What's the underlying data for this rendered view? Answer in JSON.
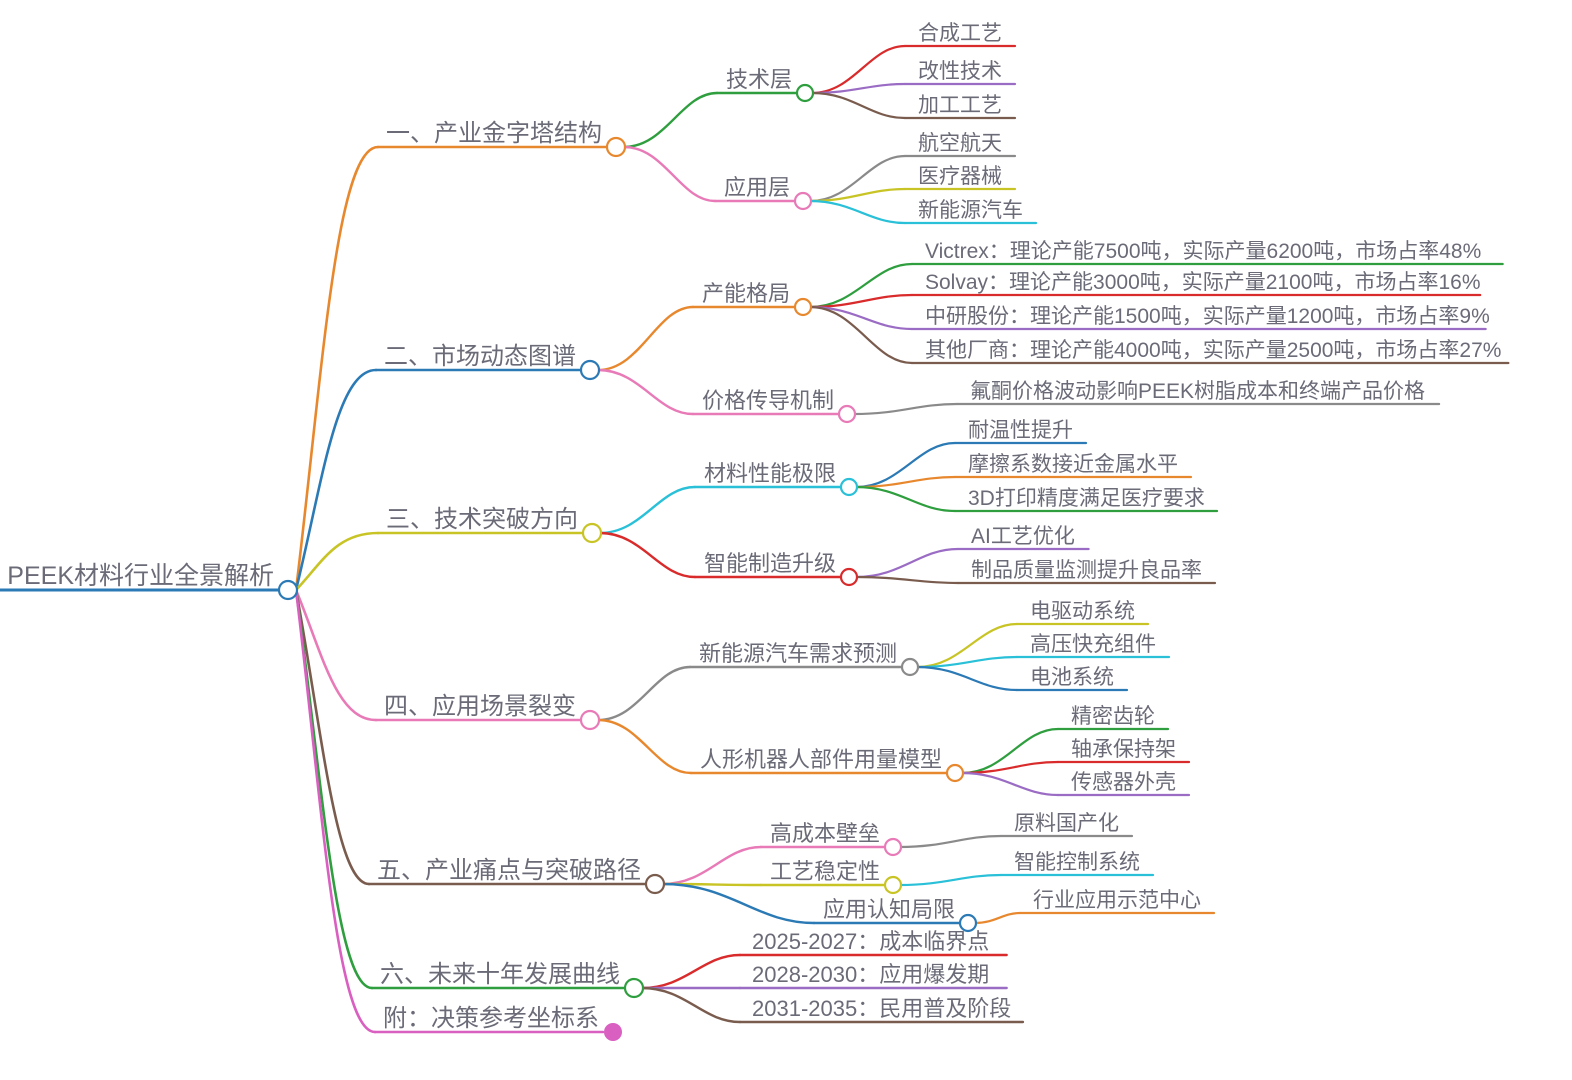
{
  "document": {
    "type": "mindmap",
    "background": "#ffffff",
    "text_color": "#6b6b78"
  },
  "root": {
    "label": "PEEK材料行业全景解析",
    "color": "#2b7ab5",
    "node": "ring"
  },
  "branches": [
    {
      "label": "一、产业金字塔结构",
      "color": "#e8882e",
      "children": [
        {
          "label": "技术层",
          "color": "#2e9e3e",
          "children": [
            {
              "label": "合成工艺",
              "color": "#d92b2b"
            },
            {
              "label": "改性技术",
              "color": "#9b6cc4"
            },
            {
              "label": "加工工艺",
              "color": "#7a5c4e"
            }
          ]
        },
        {
          "label": "应用层",
          "color": "#e87ab8",
          "children": [
            {
              "label": "航空航天",
              "color": "#8a8a8a"
            },
            {
              "label": "医疗器械",
              "color": "#c8c425"
            },
            {
              "label": "新能源汽车",
              "color": "#29c0d8"
            }
          ]
        }
      ]
    },
    {
      "label": "二、市场动态图谱",
      "color": "#2b7ab5",
      "children": [
        {
          "label": "产能格局",
          "color": "#e8882e",
          "children": [
            {
              "label": "Victrex：理论产能7500吨，实际产量6200吨，市场占率48%",
              "color": "#2e9e3e"
            },
            {
              "label": "Solvay：理论产能3000吨，实际产量2100吨，市场占率16%",
              "color": "#d92b2b"
            },
            {
              "label": "中研股份：理论产能1500吨，实际产量1200吨，市场占率9%",
              "color": "#9b6cc4"
            },
            {
              "label": "其他厂商：理论产能4000吨，实际产量2500吨，市场占率27%",
              "color": "#7a5c4e"
            }
          ]
        },
        {
          "label": "价格传导机制",
          "color": "#e87ab8",
          "children": [
            {
              "label": "氟酮价格波动影响PEEK树脂成本和终端产品价格",
              "color": "#8a8a8a"
            }
          ]
        }
      ]
    },
    {
      "label": "三、技术突破方向",
      "color": "#c8c425",
      "children": [
        {
          "label": "材料性能极限",
          "color": "#29c0d8",
          "children": [
            {
              "label": "耐温性提升",
              "color": "#2b7ab5"
            },
            {
              "label": "摩擦系数接近金属水平",
              "color": "#e8882e"
            },
            {
              "label": "3D打印精度满足医疗要求",
              "color": "#2e9e3e"
            }
          ]
        },
        {
          "label": "智能制造升级",
          "color": "#d92b2b",
          "children": [
            {
              "label": "AI工艺优化",
              "color": "#9b6cc4"
            },
            {
              "label": "制品质量监测提升良品率",
              "color": "#7a5c4e"
            }
          ]
        }
      ]
    },
    {
      "label": "四、应用场景裂变",
      "color": "#e87ab8",
      "children": [
        {
          "label": "新能源汽车需求预测",
          "color": "#8a8a8a",
          "children": [
            {
              "label": "电驱动系统",
              "color": "#c8c425"
            },
            {
              "label": "高压快充组件",
              "color": "#29c0d8"
            },
            {
              "label": "电池系统",
              "color": "#2b7ab5"
            }
          ]
        },
        {
          "label": "人形机器人部件用量模型",
          "color": "#e8882e",
          "children": [
            {
              "label": "精密齿轮",
              "color": "#2e9e3e"
            },
            {
              "label": "轴承保持架",
              "color": "#d92b2b"
            },
            {
              "label": "传感器外壳",
              "color": "#9b6cc4"
            }
          ]
        }
      ]
    },
    {
      "label": "五、产业痛点与突破路径",
      "color": "#7a5c4e",
      "children": [
        {
          "label": "高成本壁垒",
          "color": "#e87ab8",
          "children": [
            {
              "label": "原料国产化",
              "color": "#8a8a8a"
            }
          ]
        },
        {
          "label": "工艺稳定性",
          "color": "#c8c425",
          "children": [
            {
              "label": "智能控制系统",
              "color": "#29c0d8"
            }
          ]
        },
        {
          "label": "应用认知局限",
          "color": "#2b7ab5",
          "children": [
            {
              "label": "行业应用示范中心",
              "color": "#e8882e"
            }
          ]
        }
      ]
    },
    {
      "label": "六、未来十年发展曲线",
      "color": "#2e9e3e",
      "children": [
        {
          "label": "2025-2027：成本临界点",
          "color": "#d92b2b"
        },
        {
          "label": "2028-2030：应用爆发期",
          "color": "#9b6cc4"
        },
        {
          "label": "2031-2035：民用普及阶段",
          "color": "#7a5c4e"
        }
      ]
    },
    {
      "label": "附：决策参考坐标系",
      "color": "#d95fc0",
      "children": []
    }
  ]
}
